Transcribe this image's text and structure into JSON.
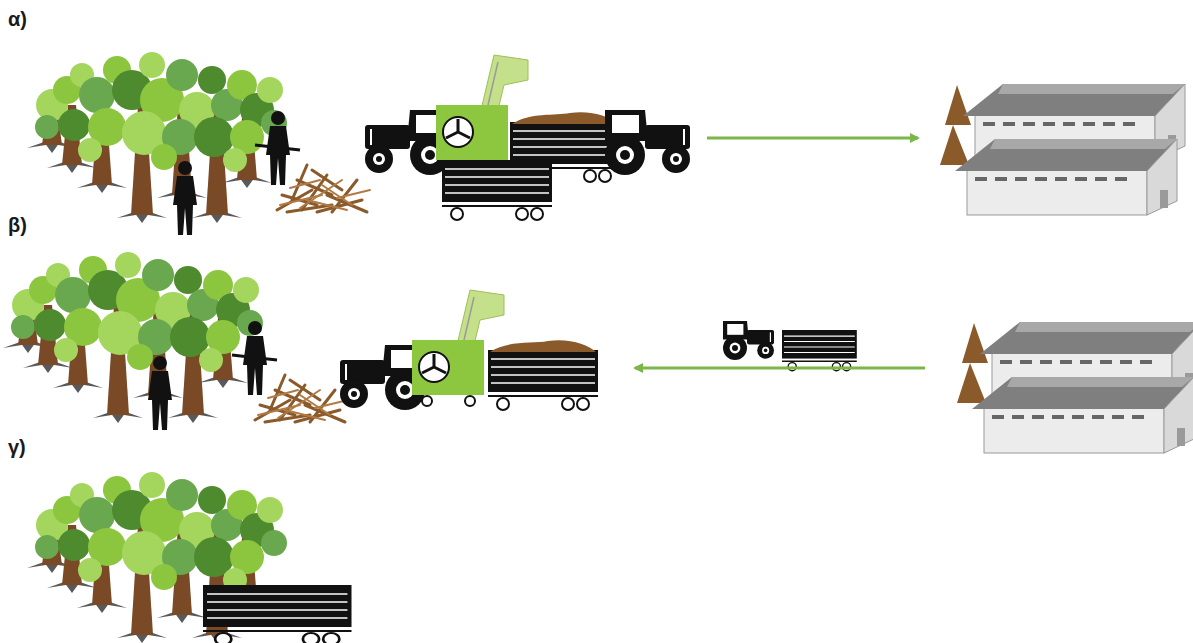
{
  "diagram": {
    "labels": [
      "α)",
      "β)",
      "γ)"
    ]
  }
}
